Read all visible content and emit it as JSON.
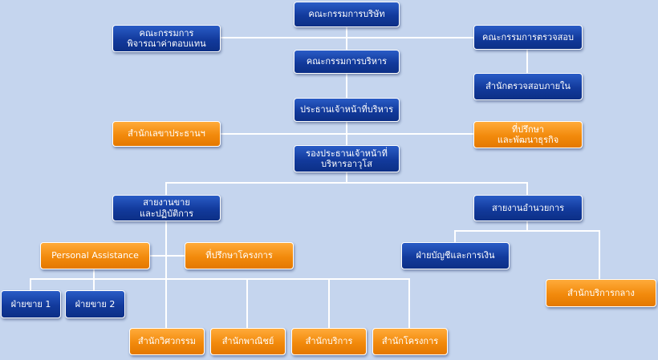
{
  "colors": {
    "background": "#c5d5ee",
    "blue": "#1a45ab",
    "orange": "#f28a0c",
    "line": "#ffffff"
  },
  "nodes": {
    "board": "คณะกรรมการบริษัท",
    "nomination_committee": "คณะกรรมการ\nพิจารณาค่าตอบแทน",
    "audit_committee": "คณะกรรมการตรวจสอบ",
    "executive_committee": "คณะกรรมการบริหาร",
    "internal_audit": "สำนักตรวจสอบภายใน",
    "ceo": "ประธานเจ้าหน้าที่บริหาร",
    "secretary_office": "สำนักเลขาประธานฯ",
    "business_advisor": "ที่ปรึกษา\nและพัฒนาธุรกิจ",
    "senior_vp": "รองประธานเจ้าหน้าที่\nบริหารอาวุโส",
    "sales_operations": "สายงานขาย\nและปฏิบัติการ",
    "administration": "สายงานอำนวยการ",
    "personal_assistance": "Personal Assistance",
    "project_advisor": "ที่ปรึกษาโครงการ",
    "accounting_finance": "ฝ่ายบัญชีและการเงิน",
    "central_services": "สำนักบริการกลาง",
    "sales_1": "ฝ่ายขาย 1",
    "sales_2": "ฝ่ายขาย 2",
    "engineering_office": "สำนักวิศวกรรม",
    "commercial_office": "สำนักพาณิชย์",
    "service_office": "สำนักบริการ",
    "project_office": "สำนักโครงการ"
  }
}
